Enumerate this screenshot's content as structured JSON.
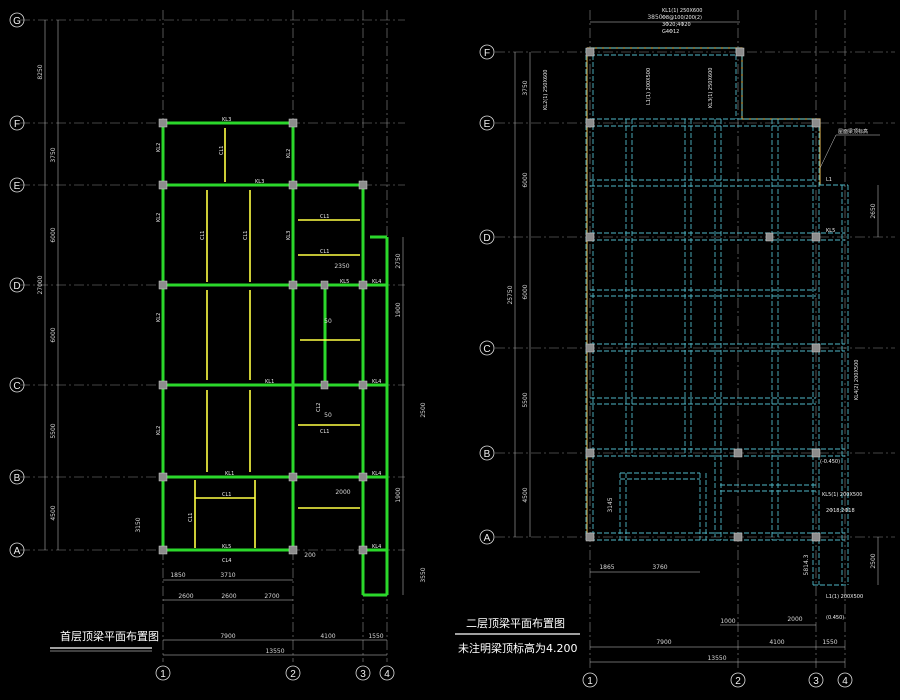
{
  "left_plan": {
    "title": "首层顶梁平面布置图",
    "row_axes": [
      "G",
      "F",
      "E",
      "D",
      "C",
      "B",
      "A"
    ],
    "col_axes": [
      "1",
      "2",
      "3",
      "4"
    ],
    "left_dims": [
      "8250",
      "3750",
      "6000",
      "27000",
      "6000",
      "5500",
      "4500"
    ],
    "bottom_dims_row1": [
      "2600",
      "2600",
      "2700"
    ],
    "bottom_dims_row2": [
      "7900",
      "4100",
      "1550"
    ],
    "bottom_total": "13550",
    "bottom_offsets": [
      "1850",
      "3710"
    ],
    "right_dims": [
      "2750",
      "1900",
      "2500",
      "1900",
      "3550"
    ],
    "inner_dims": [
      "2350",
      "2000",
      "50",
      "50",
      "200",
      "3150"
    ],
    "beam_labels": [
      "KL3",
      "KL2",
      "CL1",
      "KL2",
      "KL3",
      "CL1",
      "CL1",
      "KL3",
      "KL5",
      "KL4",
      "KL2",
      "CL1",
      "CL1",
      "KL2",
      "KL1",
      "KL4",
      "KL1",
      "KL2",
      "CL1",
      "CL4",
      "KL5",
      "KL4",
      "CL1",
      "CL2",
      "CL1",
      "KL4"
    ]
  },
  "right_plan": {
    "title": "二层顶梁平面布置图",
    "note": "未注明梁顶标高为4.200",
    "row_axes": [
      "F",
      "E",
      "D",
      "C",
      "B",
      "A"
    ],
    "col_axes": [
      "1",
      "2",
      "3",
      "4"
    ],
    "left_dims": [
      "3750",
      "6000",
      "25750",
      "6000",
      "5500",
      "4500"
    ],
    "top_dim": "3850",
    "bottom_dims": [
      "7900",
      "4100",
      "1550"
    ],
    "bottom_total": "13550",
    "bottom_offsets": [
      "1865",
      "3760",
      "1000",
      "2000"
    ],
    "right_dims": [
      "2650",
      "2500"
    ],
    "inner_dims": [
      "3145",
      "5814.3"
    ],
    "annotations": [
      "KL1(1) 250X600",
      "Φ8@100/200(2)",
      "3Φ20;4Φ20",
      "G4Φ12",
      "KL2(1) 250X600",
      "L1(1) 200X500",
      "KL3(1) 250X600",
      "KL4(2) 200X500",
      "KL5(1) 200X500",
      "L1(1) 200X500",
      "(0.450)",
      "2Φ18;2Φ18",
      "L1",
      "KL5",
      "屋面梁顶标高",
      "(-0.450)"
    ]
  },
  "colors": {
    "background": "#000000",
    "beam_green": "#2bd82b",
    "secondary_beam_yellow": "#ffff44",
    "beam_cyan": "#4fb8c8",
    "outline_orange": "#c8a24a",
    "dimension": "#cfcfcf",
    "axis_line": "#9a9a9a"
  }
}
